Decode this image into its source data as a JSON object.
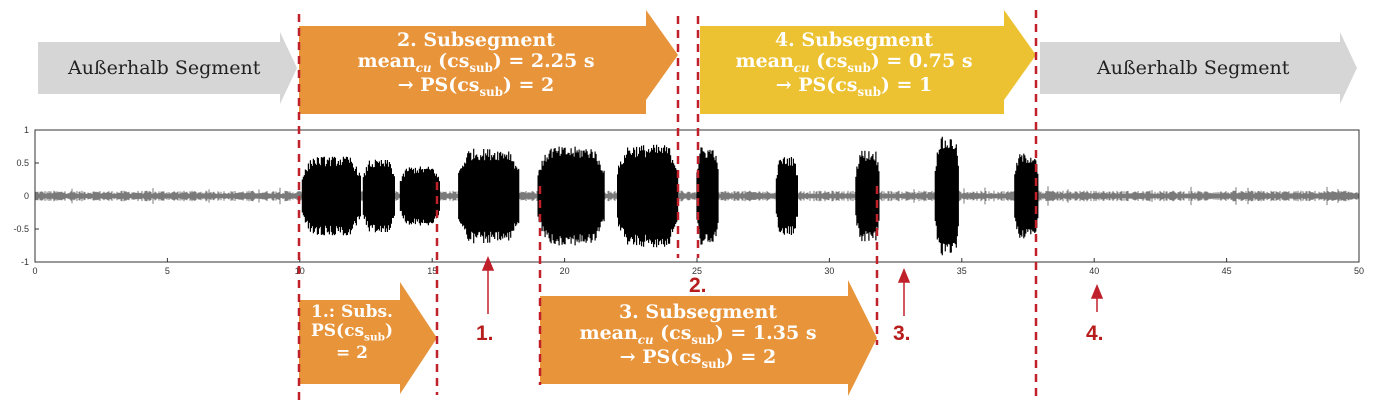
{
  "outside_left_label": "Außerhalb Segment",
  "outside_right_label": "Außerhalb Segment",
  "segment2": {
    "title": "2. Subsegment",
    "mean_prefix": "mean",
    "mean_sub": "cu",
    "mean_mid": " (cs",
    "mean_sub2": "sub",
    "mean_value": ") = 2.25 s",
    "ps_prefix": "→  PS(cs",
    "ps_sub": "sub",
    "ps_value": ") = 2"
  },
  "segment4": {
    "title": "4. Subsegment",
    "mean_prefix": "mean",
    "mean_sub": "cu",
    "mean_mid": " (cs",
    "mean_sub2": "sub",
    "mean_value": ") = 0.75 s",
    "ps_prefix": "→  PS(cs",
    "ps_sub": "sub",
    "ps_value": ") = 1"
  },
  "segment1": {
    "line1": "1.: Subs.",
    "ps_prefix": "PS(cs",
    "ps_sub": "sub",
    "ps_value": ")",
    "ps_line3": "= 2"
  },
  "segment3": {
    "title": "3. Subsegment",
    "mean_prefix": "mean",
    "mean_sub": "cu",
    "mean_mid": " (cs",
    "mean_sub2": "sub",
    "mean_value": ") = 1.35 s",
    "ps_prefix": "→  PS(cs",
    "ps_sub": "sub",
    "ps_value": ") = 2"
  },
  "markers": [
    "1.",
    "2.",
    "3.",
    "4."
  ],
  "axis": {
    "xlim": [
      0,
      50
    ],
    "ylim": [
      -1,
      1
    ],
    "x_ticks": [
      "0",
      "5",
      "10",
      "15",
      "20",
      "25",
      "30",
      "35",
      "40",
      "45",
      "50"
    ],
    "y_ticks": [
      "1",
      "0.5",
      "0",
      "-0.5",
      "-1"
    ]
  },
  "bursts": [
    {
      "start": 10.1,
      "end": 12.3,
      "amp": 0.6
    },
    {
      "start": 12.4,
      "end": 13.6,
      "amp": 0.55
    },
    {
      "start": 13.8,
      "end": 15.3,
      "amp": 0.45
    },
    {
      "start": 16.0,
      "end": 18.3,
      "amp": 0.72
    },
    {
      "start": 19.0,
      "end": 21.5,
      "amp": 0.75
    },
    {
      "start": 22.0,
      "end": 24.3,
      "amp": 0.78
    },
    {
      "start": 25.0,
      "end": 25.8,
      "amp": 0.75
    },
    {
      "start": 28.0,
      "end": 28.8,
      "amp": 0.6
    },
    {
      "start": 31.0,
      "end": 31.9,
      "amp": 0.7
    },
    {
      "start": 34.0,
      "end": 34.9,
      "amp": 0.9
    },
    {
      "start": 37.0,
      "end": 37.9,
      "amp": 0.65
    }
  ],
  "colors": {
    "orange": "#e8943a",
    "yellow": "#ecc232",
    "grey_arrow": "#d6d6d6",
    "red": "#b81d1d",
    "waveform": "#000000",
    "noise": "#7a7a7a"
  }
}
